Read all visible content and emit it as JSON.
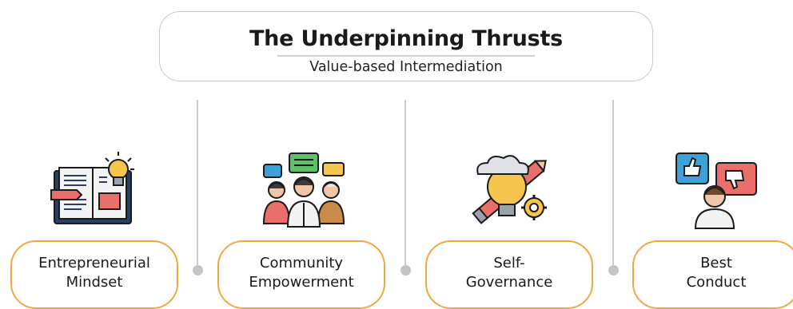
{
  "header": {
    "title": "The Underpinning Thrusts",
    "subtitle": "Value-based Intermediation"
  },
  "thrusts": [
    {
      "line1": "Entrepreneurial",
      "line2": "Mindset",
      "icon": "book-lightbulb-icon"
    },
    {
      "line1": "Community",
      "line2": "Empowerment",
      "icon": "people-chat-icon"
    },
    {
      "line1": "Self-",
      "line2": "Governance",
      "icon": "brain-pencil-gear-icon"
    },
    {
      "line1": "Best",
      "line2": "Conduct",
      "icon": "person-feedback-icon"
    }
  ],
  "colors": {
    "pill_border": "#f0a841",
    "connector": "#cdcdcd",
    "header_border": "#c9c9c9"
  }
}
